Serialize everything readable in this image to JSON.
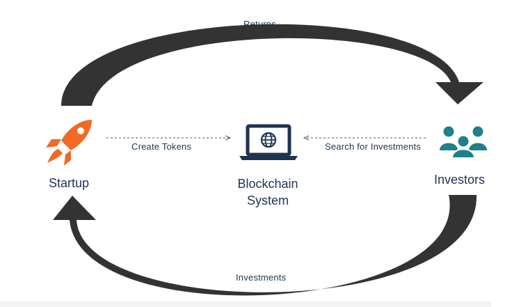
{
  "diagram": {
    "title": "Blockchain investment cycle",
    "arrows": {
      "top": {
        "label": "Returns",
        "from": "Startup",
        "to": "Investors"
      },
      "bottom": {
        "label": "Investments",
        "from": "Investors",
        "to": "Startup"
      },
      "left_dashed": {
        "label": "Create Tokens",
        "from": "Startup",
        "to": "Blockchain System"
      },
      "right_dashed": {
        "label": "Search for Investments",
        "from": "Investors",
        "to": "Blockchain System"
      }
    },
    "nodes": {
      "startup": {
        "label": "Startup",
        "icon": "rocket-icon"
      },
      "blockchain": {
        "label_line1": "Blockchain",
        "label_line2": "System",
        "icon": "laptop-globe-icon"
      },
      "investors": {
        "label": "Investors",
        "icon": "group-icon"
      }
    },
    "colors": {
      "arrow_dark": "#333333",
      "rocket_orange": "#f06a24",
      "laptop_navy": "#1f3350",
      "investors_teal": "#1f7f8c",
      "text_navy": "#1f3350"
    }
  }
}
